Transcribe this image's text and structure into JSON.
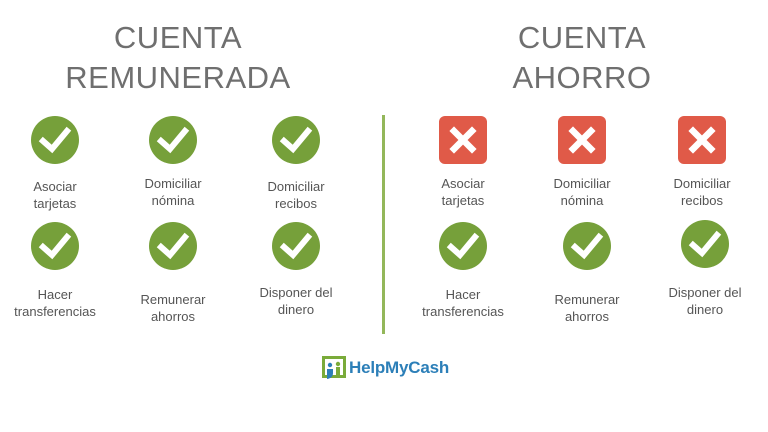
{
  "colors": {
    "check_green": "#76a03a",
    "cross_red": "#e05a48",
    "divider_green": "#93b75a",
    "title_gray": "#6f6f6f",
    "label_gray": "#555555",
    "brand_blue": "#2c7fb8"
  },
  "left": {
    "title_line1": "CUENTA",
    "title_line2": "REMUNERADA",
    "items": [
      {
        "icon": "check-icon",
        "line1": "Asociar",
        "line2": "tarjetas"
      },
      {
        "icon": "check-icon",
        "line1": "Domiciliar",
        "line2": "nómina"
      },
      {
        "icon": "check-icon",
        "line1": "Domiciliar",
        "line2": "recibos"
      },
      {
        "icon": "check-icon",
        "line1": "Hacer",
        "line2": "transferencias"
      },
      {
        "icon": "check-icon",
        "line1": "Remunerar",
        "line2": "ahorros"
      },
      {
        "icon": "check-icon",
        "line1": "Disponer del",
        "line2": "dinero"
      }
    ]
  },
  "right": {
    "title_line1": "CUENTA",
    "title_line2": "AHORRO",
    "items": [
      {
        "icon": "cross-icon",
        "line1": "Asociar",
        "line2": "tarjetas"
      },
      {
        "icon": "cross-icon",
        "line1": "Domiciliar",
        "line2": "nómina"
      },
      {
        "icon": "cross-icon",
        "line1": "Domiciliar",
        "line2": "recibos"
      },
      {
        "icon": "check-icon",
        "line1": "Hacer",
        "line2": "transferencias"
      },
      {
        "icon": "check-icon",
        "line1": "Remunerar",
        "line2": "ahorros"
      },
      {
        "icon": "check-icon",
        "line1": "Disponer del",
        "line2": "dinero"
      }
    ]
  },
  "logo": {
    "text": "HelpMyCash",
    "icon": "helpmycash-logo-icon"
  }
}
